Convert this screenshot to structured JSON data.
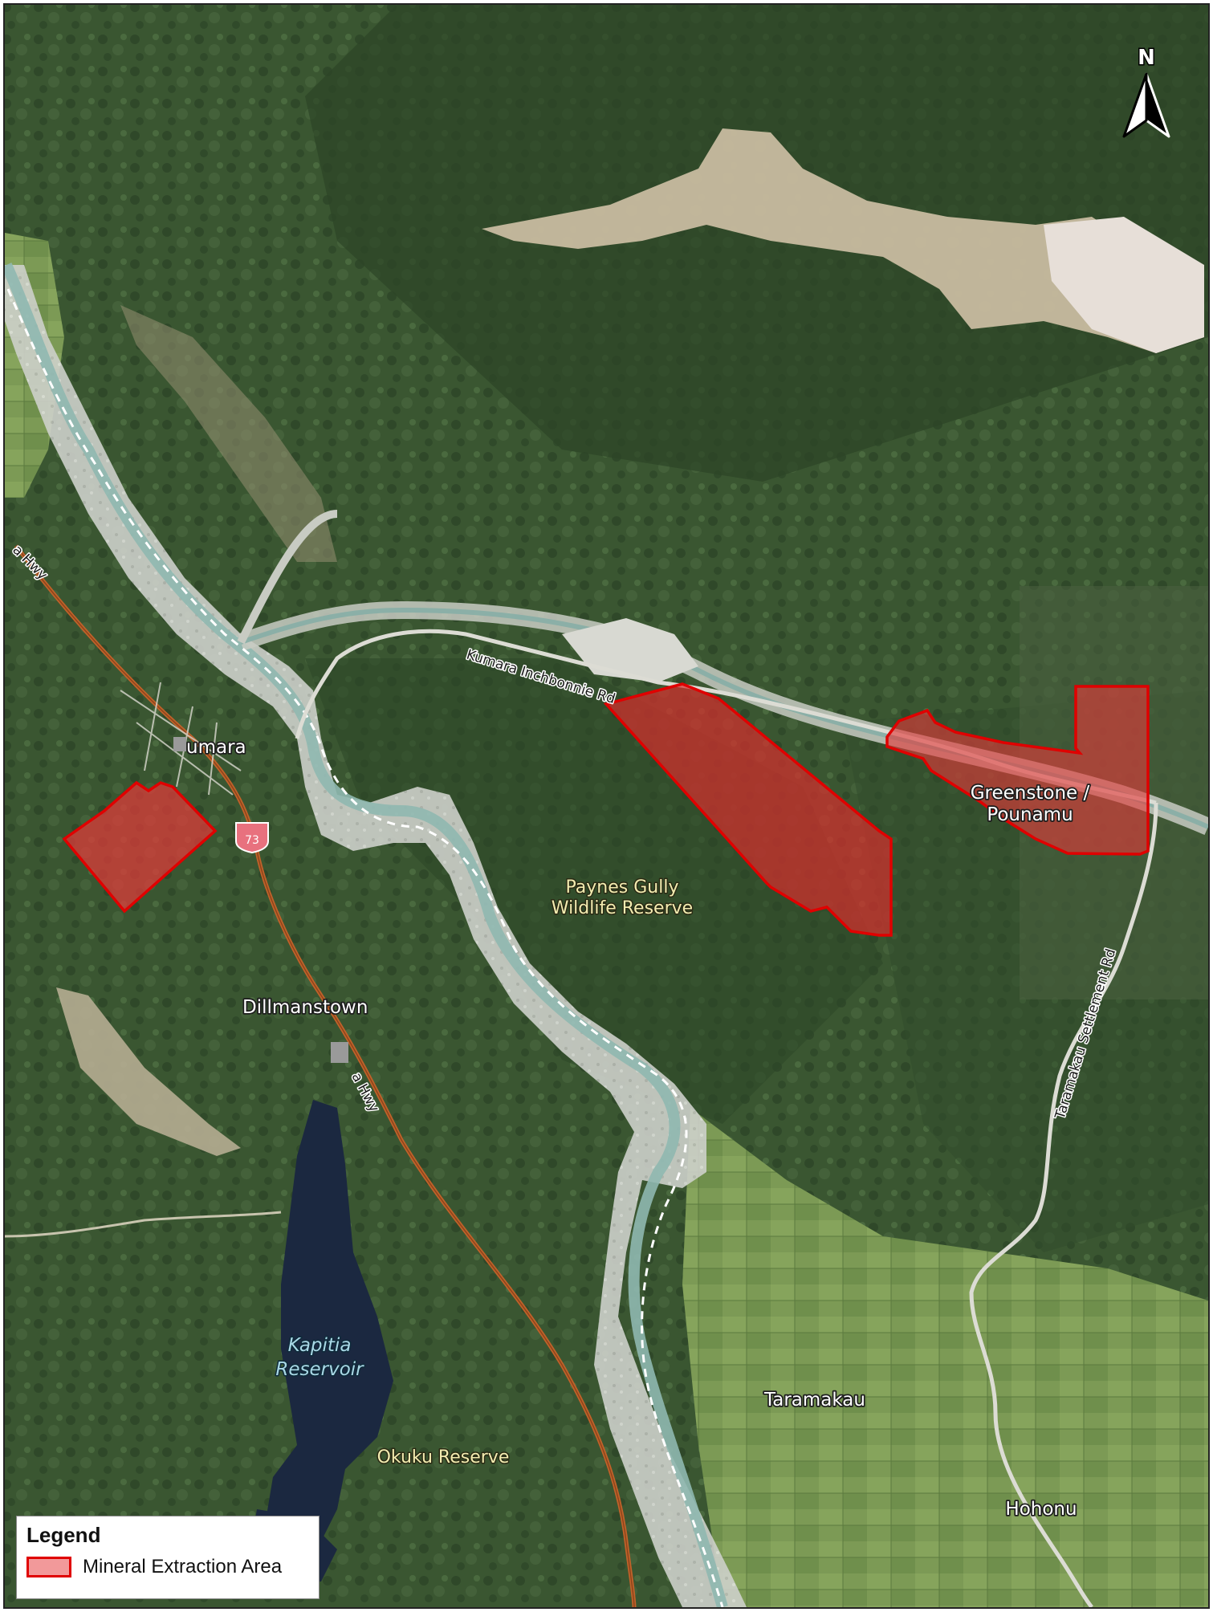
{
  "map": {
    "colors": {
      "forest_dark": "#2b4426",
      "forest_mid": "#3e5a34",
      "forest_light": "#56733f",
      "farmland": "#7d9a55",
      "river_gravel": "#cfd2cc",
      "river_water": "#8fb8b0",
      "lake": "#1b2840",
      "extraction_fill": "#e23a3a",
      "extraction_stroke": "#e00000",
      "highway": "#c0622a"
    },
    "labels": {
      "kumara": "umara",
      "dillmanstown": "Dillmanstown",
      "paynes_line1": "Paynes Gully",
      "paynes_line2": "Wildlife Reserve",
      "greenstone_line1": "Greenstone /",
      "greenstone_line2": "Pounamu",
      "kapitia_line1": "Kapitia",
      "kapitia_line2": "Reservoir",
      "okuku": "Okuku Reserve",
      "taramakau": "Taramakau",
      "hohonu": "Hohonu"
    },
    "roads": {
      "hwy_top": "a Hwy",
      "hwy_mid": "a Hwy",
      "kumara_inchbonnie": "Kumara Inchbonnie Rd",
      "taramakau_settlement": "Taramakau Settlement Rd",
      "shield_number": "73"
    },
    "north_arrow_label": "N",
    "icons": {
      "north_arrow": "north-arrow-icon",
      "highway_shield": "highway-shield-icon"
    }
  },
  "legend": {
    "title": "Legend",
    "items": [
      {
        "label": "Mineral Extraction Area"
      }
    ]
  }
}
